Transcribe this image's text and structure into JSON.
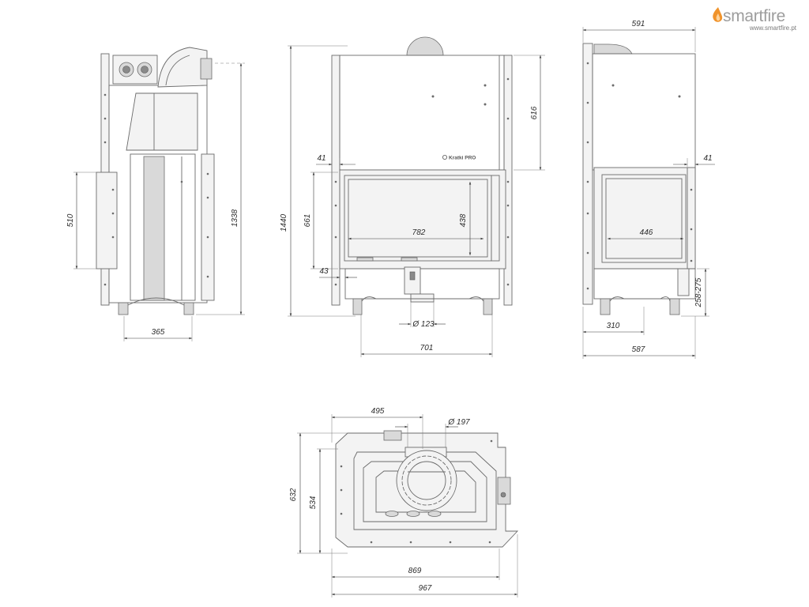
{
  "brand": {
    "name": "smartfire",
    "url": "www.smartfire.pt",
    "text_color": "#9d9d9d",
    "flame_color": "#f0932b"
  },
  "product_logo": {
    "text": "Kratki PRO"
  },
  "side_view": {
    "side_box_height": "510",
    "total_height": "1338",
    "leg_depth": "365"
  },
  "front_view": {
    "total_height": "1440",
    "door_height": "661",
    "top_box_height": "616",
    "frame_top": "41",
    "frame_bottom": "43",
    "glass_height": "438",
    "glass_width": "782",
    "flue_inlet": "Ø 123",
    "width": "701"
  },
  "right_view": {
    "top_width": "591",
    "frame_side": "41",
    "glass_width": "446",
    "leg_height": "258-275",
    "leg_offset": "310",
    "bottom_width": "587"
  },
  "top_view": {
    "flue_offset": "495",
    "flue_diameter": "Ø 197",
    "total_depth": "632",
    "inner_depth": "534",
    "inner_width": "869",
    "total_width": "967"
  }
}
